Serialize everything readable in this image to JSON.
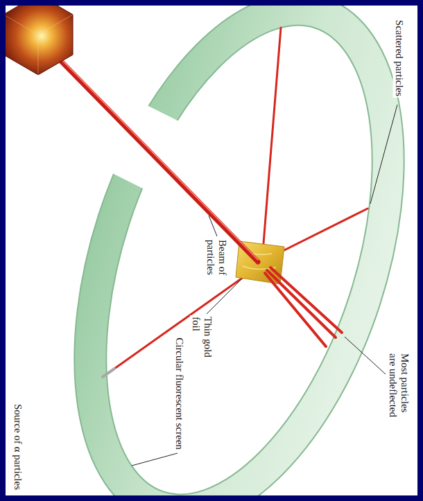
{
  "diagram": {
    "labels": [
      "Source of α particles",
      "Beam of particles",
      "Scattered particles",
      "Thin gold foil",
      "Circular fluorescent screen",
      "Most particles are undeflected"
    ]
  }
}
